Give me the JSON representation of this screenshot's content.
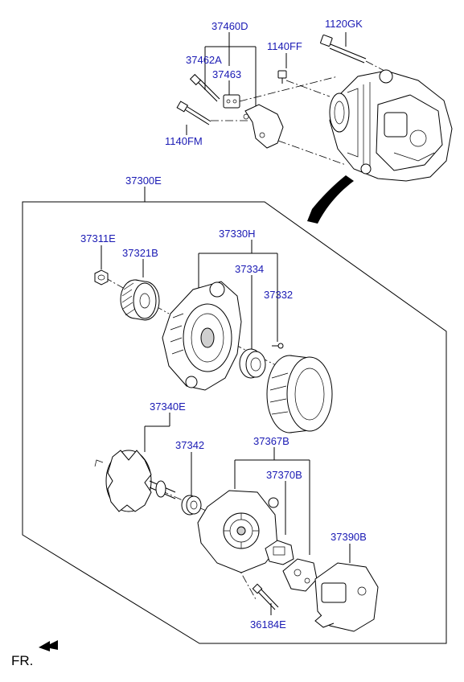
{
  "labels": {
    "p37460D": "37460D",
    "p1120GK": "1120GK",
    "p37462A": "37462A",
    "p1140FF": "1140FF",
    "p37463": "37463",
    "p1140FM": "1140FM",
    "p37300E": "37300E",
    "p37311E": "37311E",
    "p37330H": "37330H",
    "p37321B": "37321B",
    "p37334": "37334",
    "p37332": "37332",
    "p37340E": "37340E",
    "p37342": "37342",
    "p37367B": "37367B",
    "p37370B": "37370B",
    "p37390B": "37390B",
    "p36184E": "36184E",
    "fr": "FR."
  },
  "colors": {
    "label": "#1a1ab4",
    "line": "#000000"
  }
}
